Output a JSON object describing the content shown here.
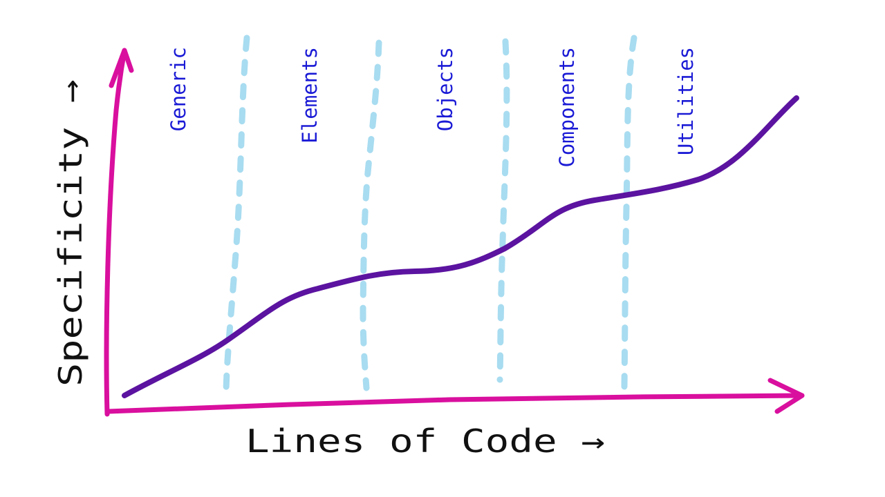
{
  "axes": {
    "x_label": "Lines of Code →",
    "y_label": "Specificity →"
  },
  "layers": [
    {
      "label": "Generic"
    },
    {
      "label": "Elements"
    },
    {
      "label": "Objects"
    },
    {
      "label": "Components"
    },
    {
      "label": "Utilities"
    }
  ],
  "colors": {
    "axes": "#d90f9e",
    "curve": "#5b13a0",
    "dividers": "#a8dcf0",
    "layer_labels": "#1a1ad6",
    "axis_labels": "#111111"
  }
}
